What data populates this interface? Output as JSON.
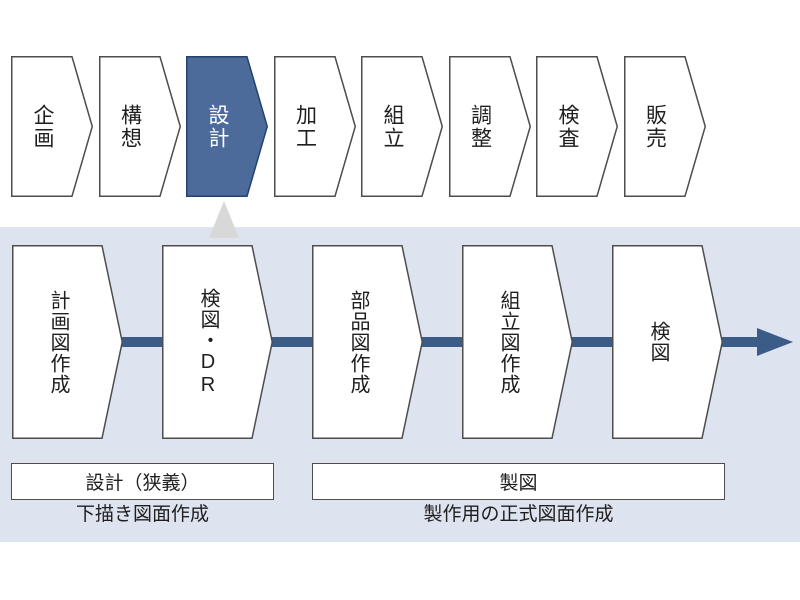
{
  "colors": {
    "page_bg": "#ffffff",
    "band_bg": "#dde3ef",
    "shape_fill": "#ffffff",
    "shape_border": "#4d4d4d",
    "highlight_fill": "#4c6b9b",
    "highlight_border": "#24426e",
    "highlight_text": "#ffffff",
    "arrow": "#3c5c88",
    "callout": "#d8d8d8",
    "text": "#1f1f1f"
  },
  "top_row": {
    "steps": [
      {
        "label": "企画",
        "highlighted": false
      },
      {
        "label": "構想",
        "highlighted": false
      },
      {
        "label": "設計",
        "highlighted": true
      },
      {
        "label": "加工",
        "highlighted": false
      },
      {
        "label": "組立",
        "highlighted": false
      },
      {
        "label": "調整",
        "highlighted": false
      },
      {
        "label": "検査",
        "highlighted": false
      },
      {
        "label": "販売",
        "highlighted": false
      }
    ]
  },
  "design_band": {
    "steps": [
      {
        "label": "計画図作成"
      },
      {
        "label": "検図・DR"
      },
      {
        "label": "部品図作成"
      },
      {
        "label": "組立図作成"
      },
      {
        "label": "検図"
      }
    ],
    "group_boxes": [
      {
        "label": "設計（狭義）"
      },
      {
        "label": "製図"
      }
    ],
    "captions": [
      {
        "text": "下描き図面作成"
      },
      {
        "text": "製作用の正式図面作成"
      }
    ]
  }
}
